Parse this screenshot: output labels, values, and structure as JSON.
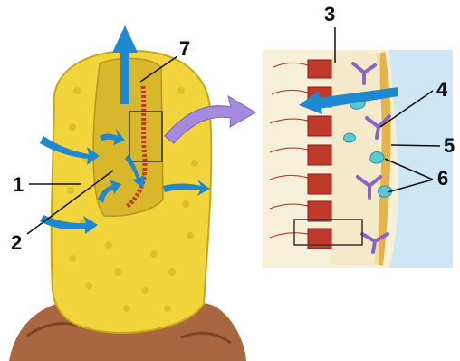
{
  "labels": {
    "n1": "1",
    "n2": "2",
    "n3": "3",
    "n4": "4",
    "n5": "5",
    "n6": "6",
    "n7": "7"
  },
  "colors": {
    "sponge_body": "#f2d53c",
    "sponge_shade": "#c9a51c",
    "cavity": "#d8b82a",
    "rock": "#a8673f",
    "water_arrow": "#1e88d0",
    "zoom_arrow": "#a58be0",
    "collar_cell": "#c0392b",
    "amoebocyte": "#5bc8d6",
    "spicule": "#8a63c9",
    "panel_bg": "#f7f0d8",
    "water_bg": "#cfe6f4"
  }
}
